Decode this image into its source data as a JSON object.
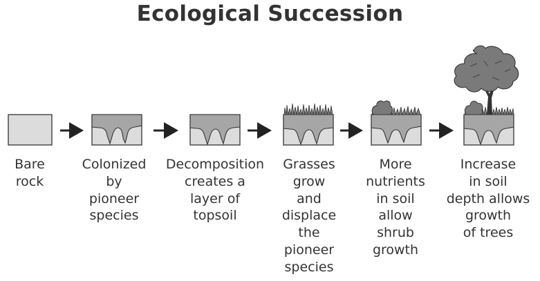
{
  "title": "Ecological Succession",
  "colors": {
    "rock": "#dcdcdc",
    "soil": "#a6a6a6",
    "vegetation": "#7a7a7a",
    "outline": "#333333",
    "arrow": "#222222"
  },
  "stages": [
    {
      "name": "bare-rock",
      "caption": [
        "Bare",
        "rock"
      ]
    },
    {
      "name": "pioneer-species",
      "caption": [
        "Colonized",
        "by",
        "pioneer",
        "species"
      ]
    },
    {
      "name": "decomposition",
      "caption": [
        "Decomposition",
        "creates a",
        "layer of",
        "topsoil"
      ]
    },
    {
      "name": "grasses",
      "caption": [
        "Grasses",
        "grow",
        "and",
        "displace",
        "the",
        "pioneer",
        "species"
      ]
    },
    {
      "name": "shrubs",
      "caption": [
        "More",
        "nutrients",
        "in soil",
        "allow",
        "shrub",
        "growth"
      ]
    },
    {
      "name": "trees",
      "caption": [
        "Increase",
        "in soil",
        "depth allows",
        "growth",
        "of trees"
      ]
    }
  ]
}
